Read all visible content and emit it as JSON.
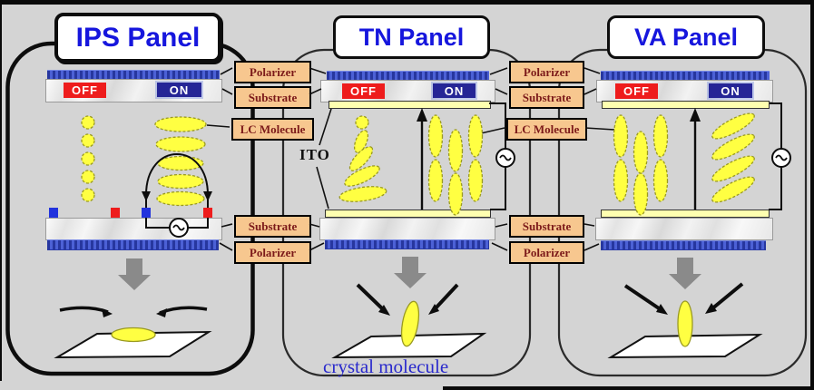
{
  "panels": [
    {
      "title": "IPS Panel"
    },
    {
      "title": "TN Panel"
    },
    {
      "title": "VA Panel"
    }
  ],
  "layer_labels": {
    "polarizer": "Polarizer",
    "substrate": "Substrate",
    "lc_molecule": "LC Molecule",
    "ito": "ITO"
  },
  "state_labels": {
    "off": "OFF",
    "on": "ON"
  },
  "caption": "crystal molecule",
  "colors": {
    "background": "#d4d4d4",
    "panel_title_text": "#1616dd",
    "polarizer_blue": "#3d52c4",
    "ito_yellow": "#feffb0",
    "off_badge": "#ee1c1c",
    "on_badge": "#252596",
    "label_box": "#f7c78f",
    "label_text": "#7c1a1a",
    "molecule_yellow": "#ffff42",
    "caption_text": "#2929cc",
    "arrow_gray": "#8a8a8a"
  }
}
